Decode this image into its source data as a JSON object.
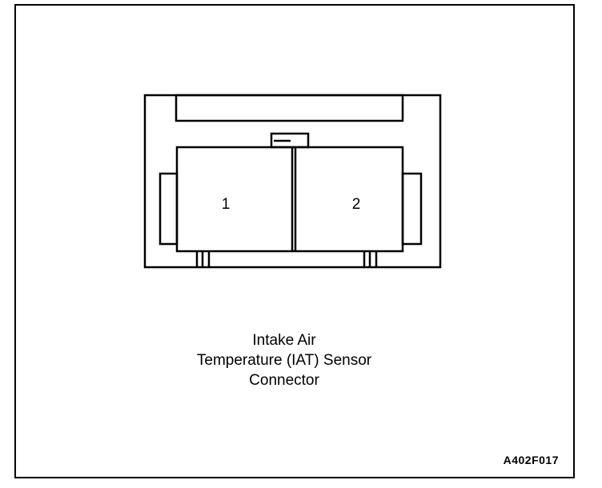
{
  "diagram": {
    "pins": [
      "1",
      "2"
    ],
    "caption_lines": [
      "Intake Air",
      "Temperature (IAT) Sensor",
      "Connector"
    ],
    "figure_code": "A402F017"
  },
  "colors": {
    "line": "#000000",
    "background": "#ffffff"
  }
}
